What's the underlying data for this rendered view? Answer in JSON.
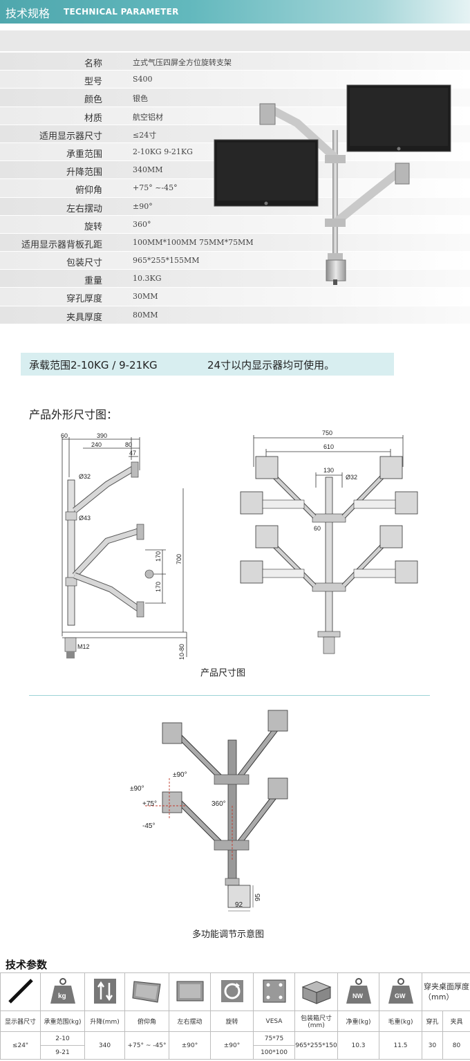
{
  "header": {
    "title_zh": "技术规格",
    "title_en": "TECHNICAL PARAMETER"
  },
  "spec": [
    {
      "key": "名称",
      "value": "立式气压四屏全方位旋转支架"
    },
    {
      "key": "型号",
      "value": "S400"
    },
    {
      "key": "颜色",
      "value": "银色"
    },
    {
      "key": "材质",
      "value": "航空铝材"
    },
    {
      "key": "适用显示器尺寸",
      "value": "≤24寸"
    },
    {
      "key": "承重范围",
      "value": "2-10KG 9-21KG"
    },
    {
      "key": "升降范围",
      "value": "340MM"
    },
    {
      "key": "俯仰角",
      "value": "+75° ~-45°"
    },
    {
      "key": "左右摆动",
      "value": "±90°"
    },
    {
      "key": "旋转",
      "value": "360°"
    },
    {
      "key": "适用显示器背板孔距",
      "value": "100MM*100MM   75MM*75MM"
    },
    {
      "key": "包装尺寸",
      "value": "965*255*155MM"
    },
    {
      "key": "重量",
      "value": "10.3KG"
    },
    {
      "key": "穿孔厚度",
      "value": "30MM"
    },
    {
      "key": "夹具厚度",
      "value": "80MM"
    }
  ],
  "banner": {
    "load": "承载范围2-10KG / 9-21KG",
    "size": "24寸以内显示器均可使用。"
  },
  "dimensions": {
    "section_title": "产品外形尺寸图：",
    "caption": "产品尺寸图",
    "side": {
      "d60": "60",
      "d390": "390",
      "d240": "240",
      "d80": "80",
      "d47": "47",
      "d32": "Ø32",
      "d43": "Ø43",
      "d170a": "170",
      "d170b": "170",
      "d700": "700",
      "m12": "M12",
      "d1080": "10-80"
    },
    "front": {
      "d750": "750",
      "d610": "610",
      "d130": "130",
      "d32": "Ø32",
      "d60": "60"
    }
  },
  "adjust": {
    "caption": "多功能调节示意图",
    "swing1": "±90°",
    "swing2": "±90°",
    "tilt_up": "+75°",
    "tilt_down": "-45°",
    "rotate": "360°",
    "d95": "95",
    "d92": "92"
  },
  "params": {
    "title": "技术参数",
    "icons": [
      "screen-size-icon",
      "kg-weight-icon",
      "lift-icon",
      "tilt-icon",
      "swivel-icon",
      "rotate-icon",
      "vesa-icon",
      "box-icon",
      "nw-icon",
      "gw-icon"
    ],
    "icon_text": {
      "kg": "kg",
      "nw": "NW",
      "gw": "GW"
    },
    "note": "穿夹桌面厚度（mm）",
    "labels": [
      "显示器尺寸",
      "承重范围(kg)",
      "升降(mm)",
      "俯仰角",
      "左右摆动",
      "旋转",
      "VESA",
      "包装箱尺寸 (mm)",
      "净重(kg)",
      "毛重(kg)",
      "穿孔",
      "夹具"
    ],
    "values": {
      "screen": "≤24\"",
      "load_a": "2-10",
      "load_b": "9-21",
      "lift": "340",
      "tilt": "+75° ~ -45°",
      "swivel": "±90°",
      "rotate": "±90°",
      "vesa_a": "75*75",
      "vesa_b": "100*100",
      "box": "965*255*150",
      "nw": "10.3",
      "gw": "11.5",
      "hole": "30",
      "clamp": "80"
    }
  }
}
